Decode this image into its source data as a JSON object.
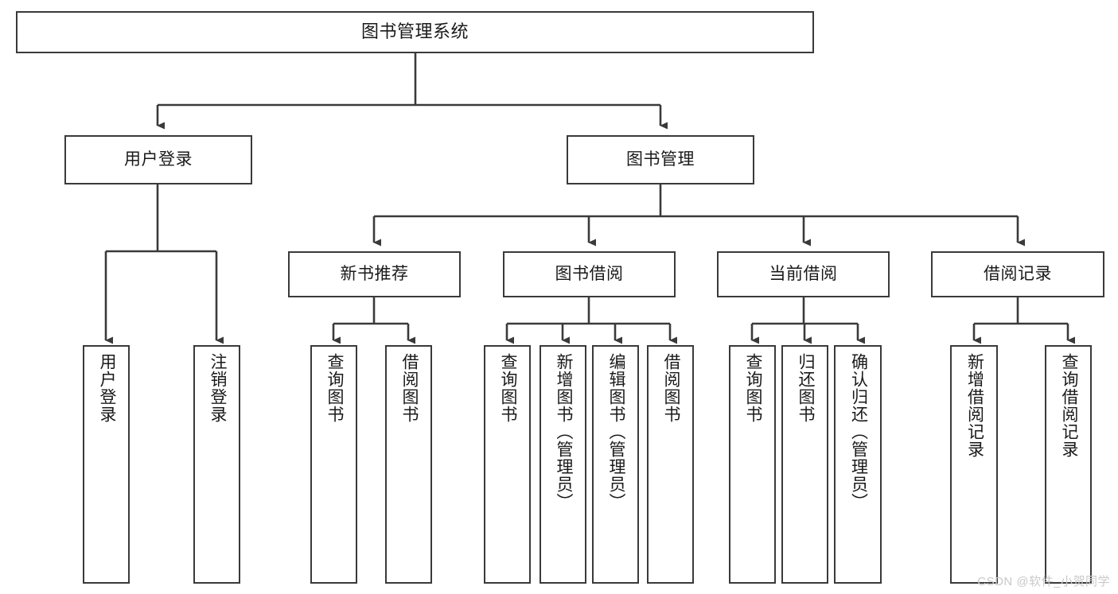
{
  "diagram": {
    "type": "tree-hierarchy",
    "title": "图书管理系统",
    "orientation": "top-down",
    "colors": {
      "box_border": "#3a3a3a",
      "box_fill": "#ffffff",
      "connector": "#3a3a3a",
      "text": "#1a1a1a",
      "watermark": "#c9c9c9",
      "background": "#ffffff"
    },
    "nodes": {
      "root": {
        "label": "图书管理系统",
        "level": 1
      },
      "level2": [
        {
          "id": "user-login",
          "label": "用户登录"
        },
        {
          "id": "book-manage",
          "label": "图书管理"
        }
      ],
      "level3": [
        {
          "id": "new-book-recommend",
          "label": "新书推荐",
          "parent": "book-manage"
        },
        {
          "id": "book-borrow",
          "label": "图书借阅",
          "parent": "book-manage"
        },
        {
          "id": "current-borrow",
          "label": "当前借阅",
          "parent": "book-manage"
        },
        {
          "id": "borrow-record",
          "label": "借阅记录",
          "parent": "book-manage"
        }
      ],
      "leaves": [
        {
          "id": "leaf-user-login",
          "label": "用户登录",
          "parent": "user-login"
        },
        {
          "id": "leaf-logout",
          "label": "注销登录",
          "parent": "user-login"
        },
        {
          "id": "leaf-query-book-1",
          "label": "查询图书",
          "parent": "new-book-recommend"
        },
        {
          "id": "leaf-borrow-book-1",
          "label": "借阅图书",
          "parent": "new-book-recommend"
        },
        {
          "id": "leaf-query-book-2",
          "label": "查询图书",
          "parent": "book-borrow"
        },
        {
          "id": "leaf-add-book",
          "label": "新增图书（管理员）",
          "parent": "book-borrow"
        },
        {
          "id": "leaf-edit-book",
          "label": "编辑图书（管理员）",
          "parent": "book-borrow"
        },
        {
          "id": "leaf-borrow-book-2",
          "label": "借阅图书",
          "parent": "book-borrow"
        },
        {
          "id": "leaf-query-book-3",
          "label": "查询图书",
          "parent": "current-borrow"
        },
        {
          "id": "leaf-return-book",
          "label": "归还图书",
          "parent": "current-borrow"
        },
        {
          "id": "leaf-confirm-return",
          "label": "确认归还（管理员）",
          "parent": "current-borrow"
        },
        {
          "id": "leaf-add-record",
          "label": "新增借阅记录",
          "parent": "borrow-record"
        },
        {
          "id": "leaf-query-record",
          "label": "查询借阅记录",
          "parent": "borrow-record"
        }
      ]
    }
  },
  "watermark": {
    "text": "CSDN @软件_小贺同学"
  }
}
